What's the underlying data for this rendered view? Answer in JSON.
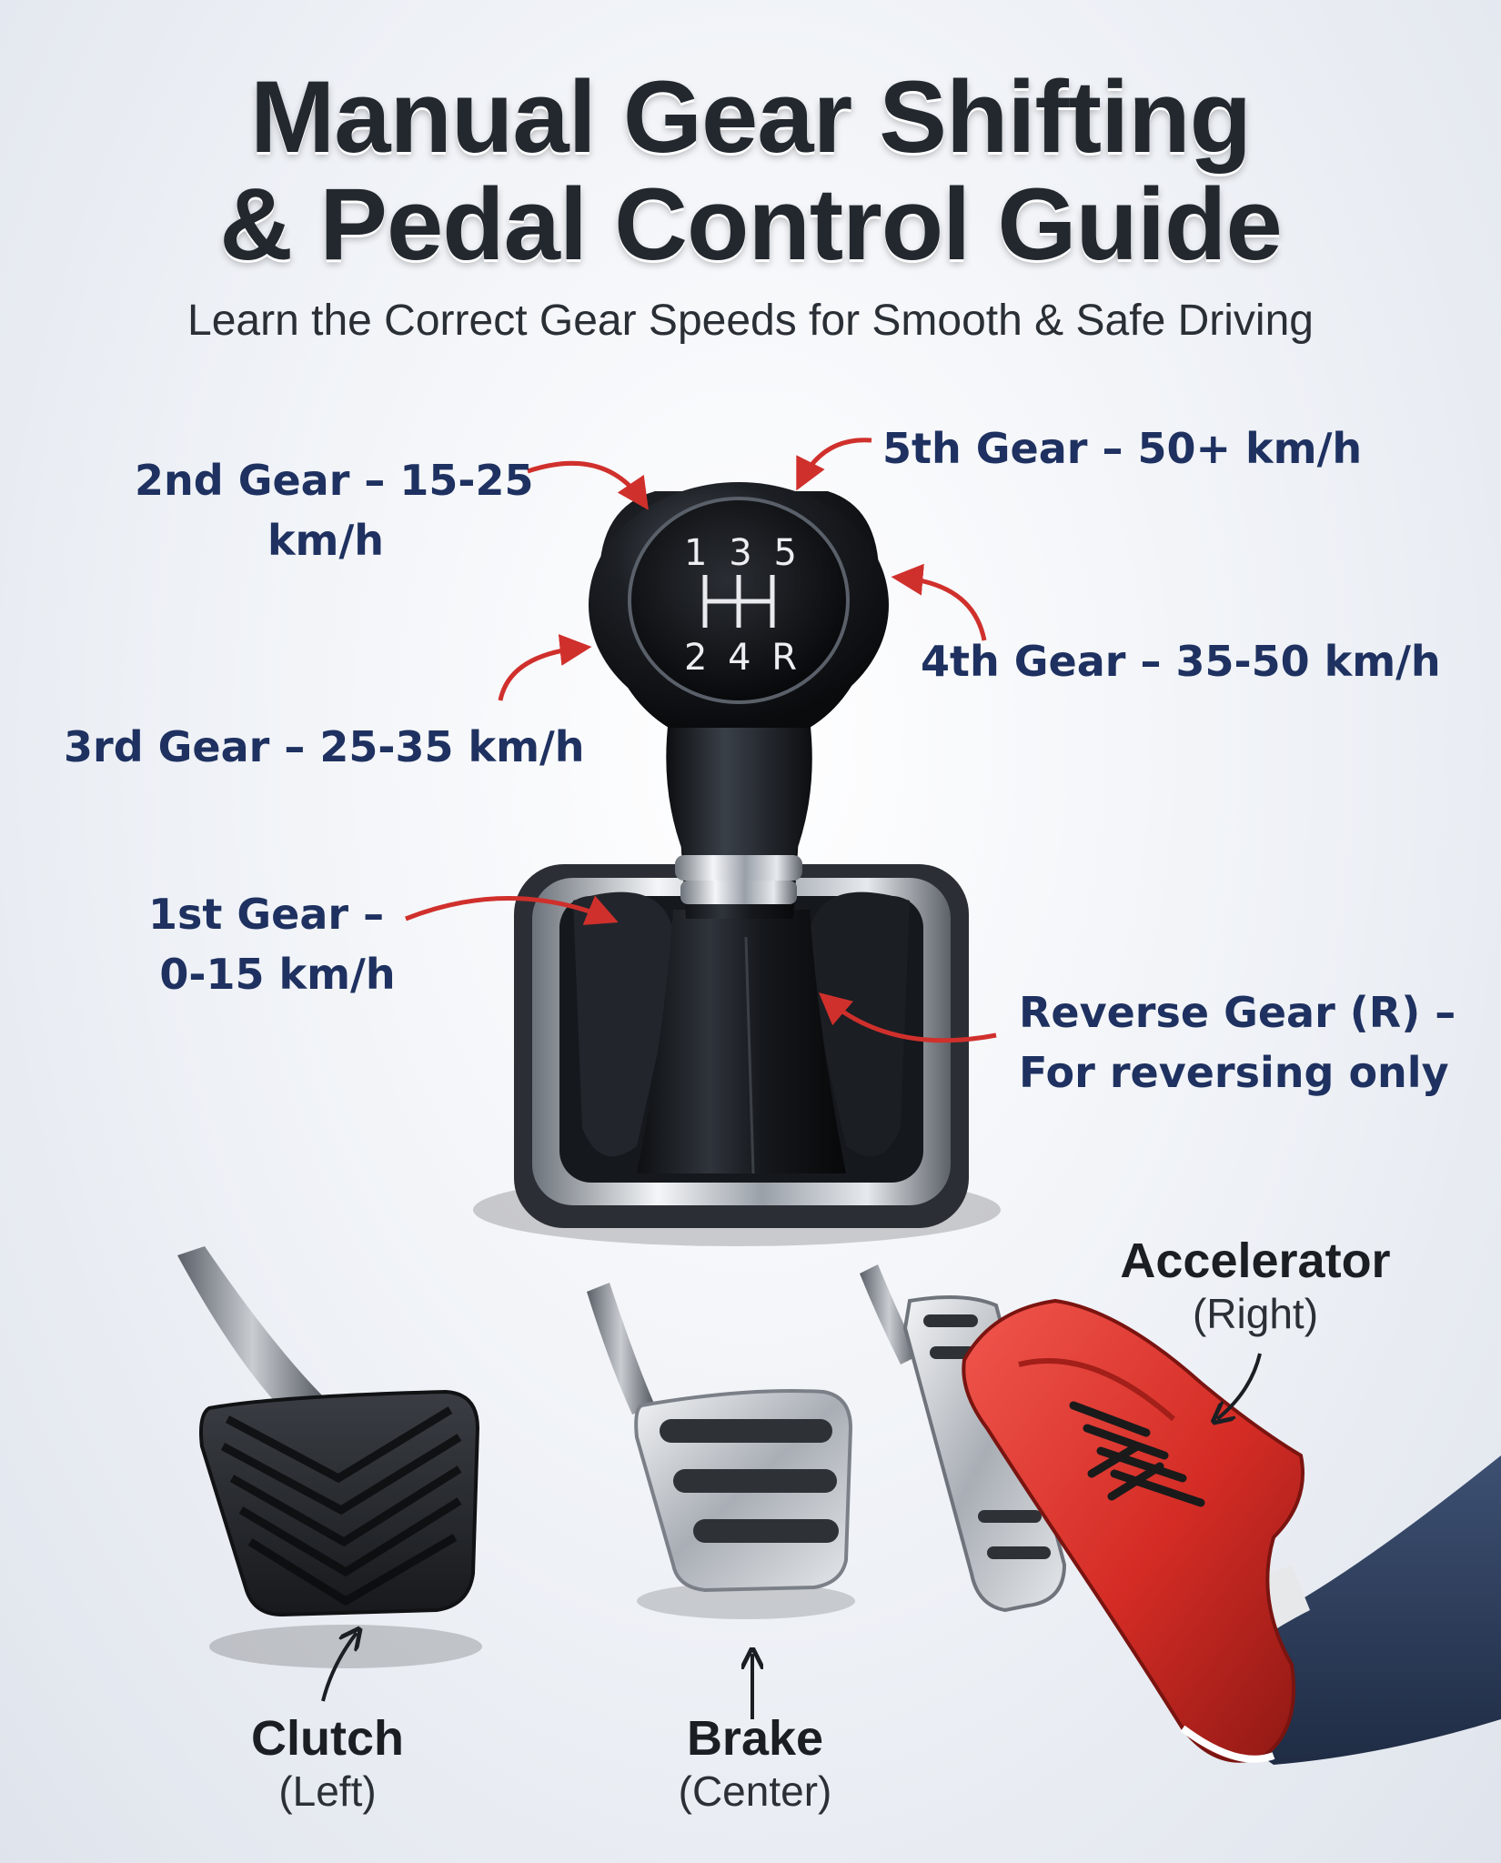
{
  "title": {
    "line1": "Manual Gear Shifting",
    "line2": "& Pedal Control Guide"
  },
  "subtitle": "Learn the Correct Gear Speeds for Smooth & Safe Driving",
  "knob_pattern": {
    "top": [
      "1",
      "3",
      "5"
    ],
    "bottom": [
      "2",
      "4",
      "R"
    ]
  },
  "gears": {
    "second": {
      "line1": "2nd Gear – 15-25",
      "line2": "km/h"
    },
    "fifth": {
      "line1": "5th Gear – 50+ km/h"
    },
    "fourth": {
      "line1": "4th Gear – 35-50 km/h"
    },
    "third": {
      "line1": "3rd Gear – 25-35 km/h"
    },
    "first": {
      "line1": "1st Gear –",
      "line2": "0-15 km/h"
    },
    "reverse": {
      "line1": "Reverse Gear (R) –",
      "line2": "For reversing only"
    }
  },
  "pedals": {
    "clutch": {
      "name": "Clutch",
      "position": "(Left)"
    },
    "brake": {
      "name": "Brake",
      "position": "(Center)"
    },
    "accelerator": {
      "name": "Accelerator",
      "position": "(Right)"
    }
  },
  "colors": {
    "title": "#23282f",
    "gear_label": "#1e3160",
    "arrow": "#d0302c",
    "shoe": "#d8302a",
    "knob": "#1a1d22"
  }
}
